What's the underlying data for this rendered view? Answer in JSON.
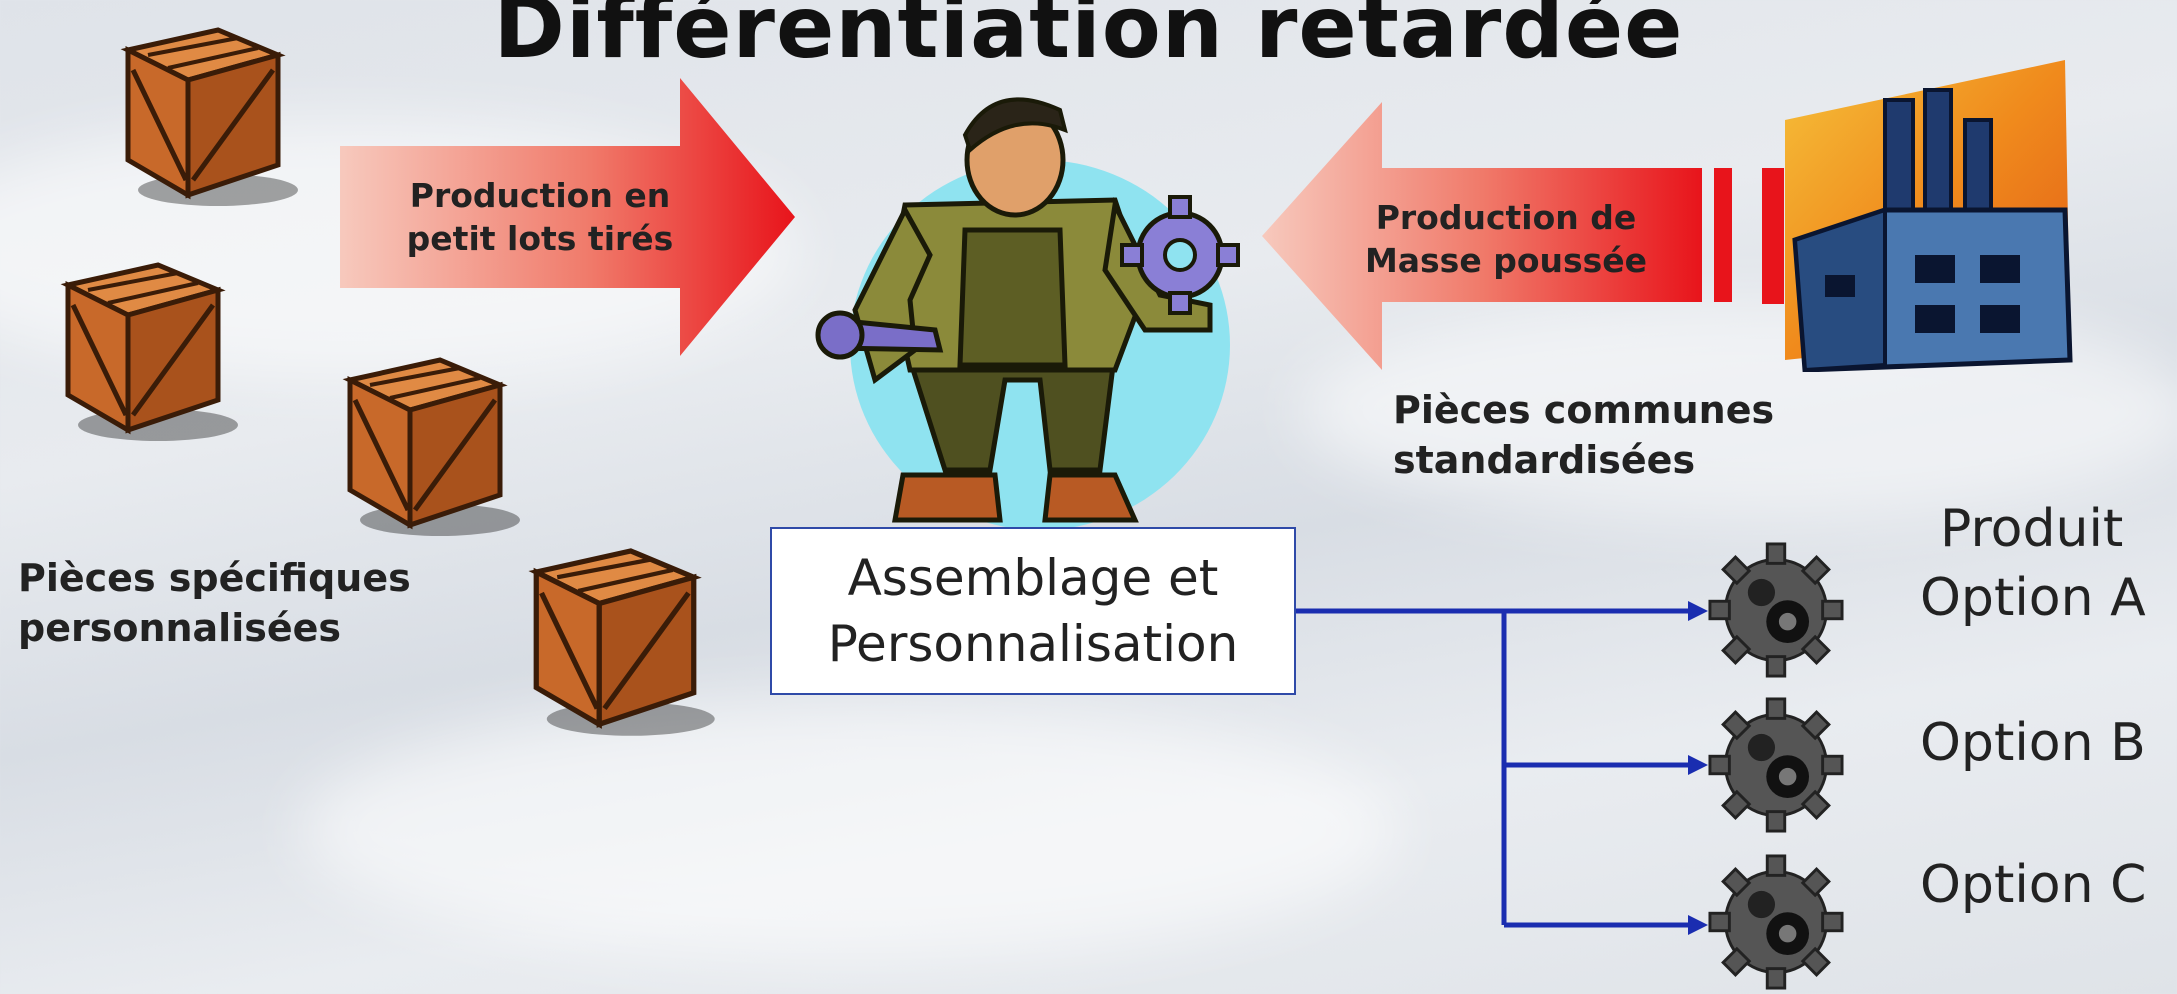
{
  "title": "Différentiation retardée",
  "left_arrow": {
    "line1": "Production en",
    "line2": "petit lots tirés"
  },
  "right_arrow": {
    "line1": "Production de",
    "line2": "Masse poussée"
  },
  "left_caption": {
    "line1": "Pièces spécifiques",
    "line2": "personnalisées"
  },
  "right_caption": {
    "line1": "Pièces communes",
    "line2": "standardisées"
  },
  "assembly": {
    "line1": "Assemblage et",
    "line2": "Personnalisation"
  },
  "outputs": {
    "header": "Produit",
    "options": [
      "Option A",
      "Option B",
      "Option C"
    ]
  },
  "colors": {
    "arrow_red": "#e8141b",
    "arrow_light": "#f4b9a8",
    "connector_blue": "#1a2db0",
    "crate": "#c8692a",
    "factory_sky": "#f08a1c"
  },
  "icons": [
    "crate-icon",
    "worker-icon",
    "factory-icon",
    "gear-icon"
  ]
}
